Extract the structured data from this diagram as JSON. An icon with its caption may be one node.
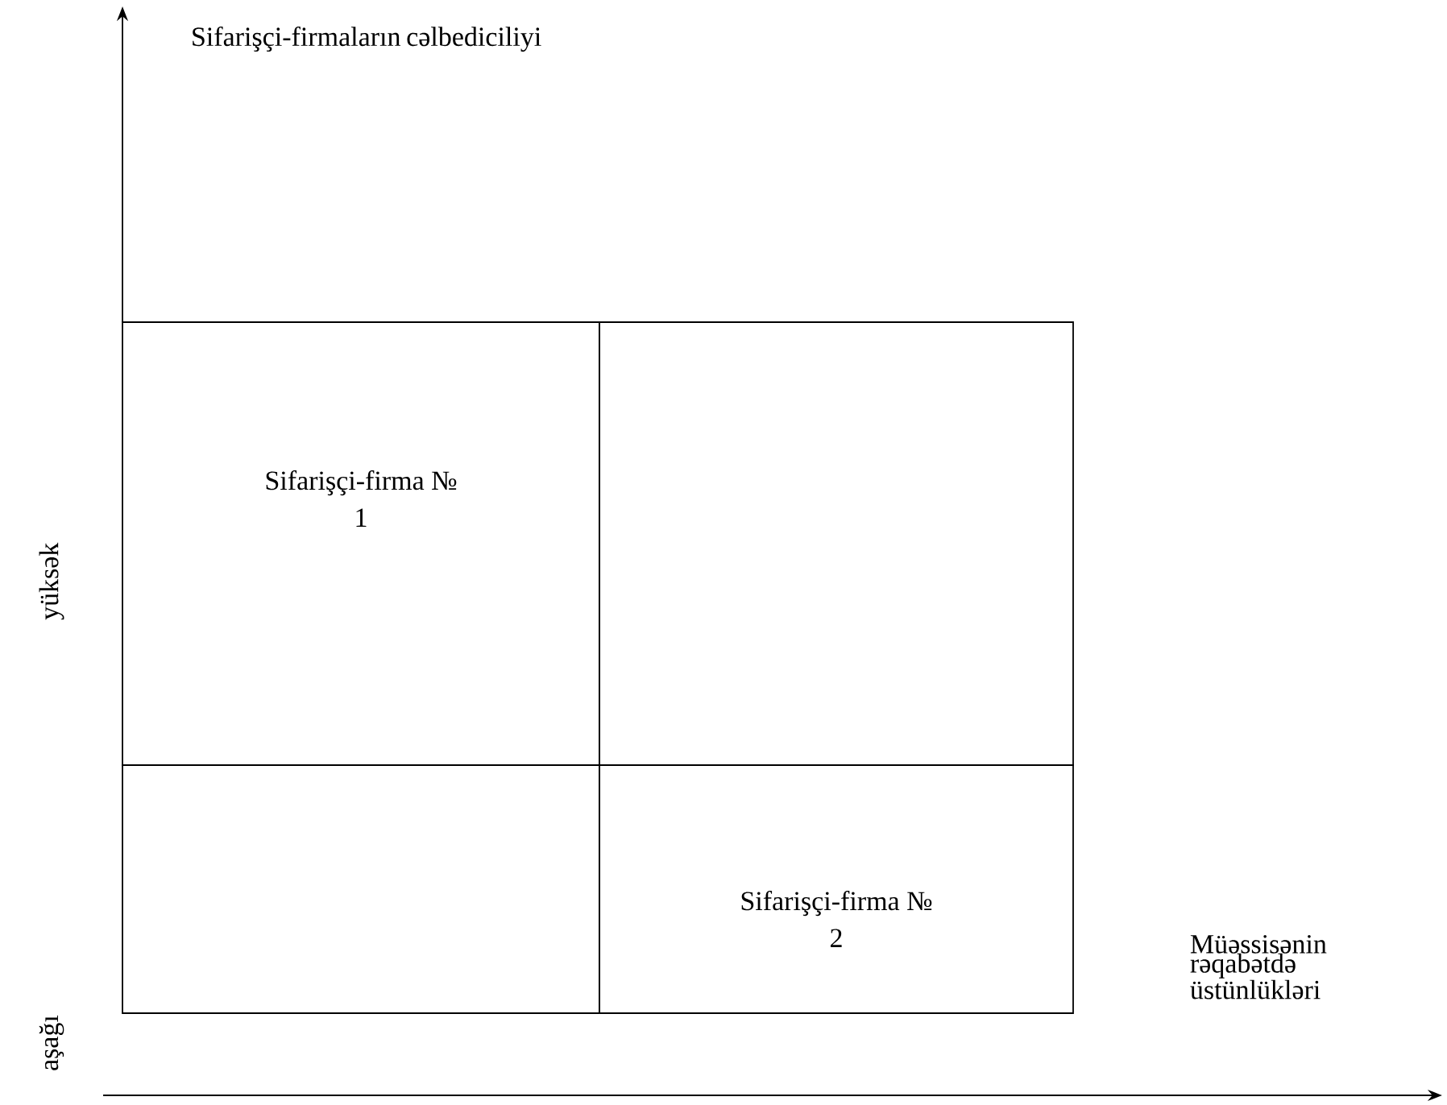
{
  "diagram": {
    "nodes": [
      {
        "text": [
          "Sifarişçi-firma № 1"
        ]
      },
      {
        "text": [],
        "shape": "box"
      },
      {
        "text": [],
        "shape": "box"
      },
      {
        "text": [
          "Sifarişçi-firma № 2"
        ]
      }
    ],
    "labels": [
      "Sifarişçi-firmaların cəlbediciliyi",
      "yüksək",
      "aşağı",
      "Müəssisənin rəqabətdə üstünlükləri"
    ]
  }
}
